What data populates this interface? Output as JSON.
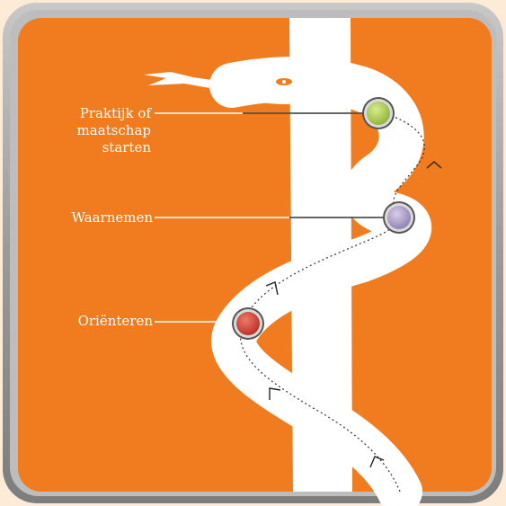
{
  "diagram": {
    "steps": [
      {
        "id": "praktijk",
        "label_lines": [
          "Praktijk of",
          "maatschap",
          "starten"
        ],
        "node_color": "#a7c84a"
      },
      {
        "id": "waarnemen",
        "label_lines": [
          "Waarnemen"
        ],
        "node_color": "#a797c4"
      },
      {
        "id": "orienteren",
        "label_lines": [
          "Oriënteren"
        ],
        "node_color": "#cc3a2d"
      }
    ],
    "colors": {
      "background": "#f07c1f",
      "frame": "#a6a6a6",
      "page": "#fdebd8",
      "snake": "#ffffff"
    }
  }
}
